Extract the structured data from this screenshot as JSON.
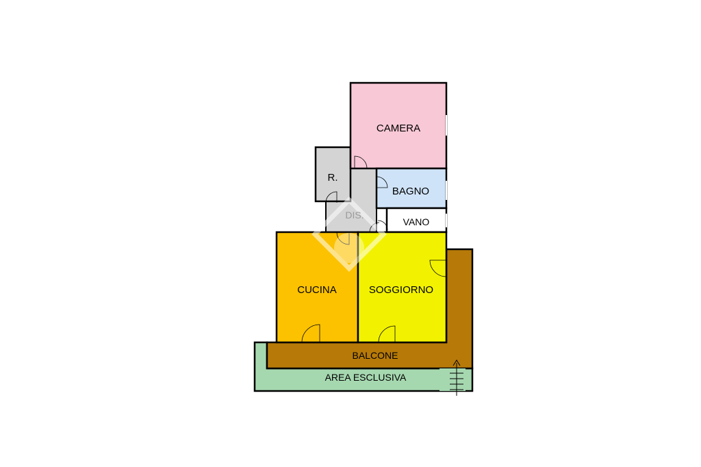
{
  "rooms": {
    "camera": {
      "label": "CAMERA",
      "color": "#f8c8d6"
    },
    "bagno": {
      "label": "BAGNO",
      "color": "#cfe3f8"
    },
    "vano": {
      "label": "VANO",
      "color": "#ffffff"
    },
    "ripostiglio": {
      "label": "R.",
      "color": "#d4d4d4"
    },
    "disimpegno": {
      "label": "DIS.",
      "color": "#d4d4d4"
    },
    "cucina": {
      "label": "CUCINA",
      "color": "#fcc200"
    },
    "soggiorno": {
      "label": "SOGGIORNO",
      "color": "#f2f200"
    },
    "balcone": {
      "label": "BALCONE",
      "color": "#b77a08"
    },
    "area_esclusiva": {
      "label": "AREA ESCLUSIVA",
      "color": "#a6d8b0"
    }
  },
  "colors": {
    "wall": "#000000",
    "watermark": "#ffffff"
  }
}
